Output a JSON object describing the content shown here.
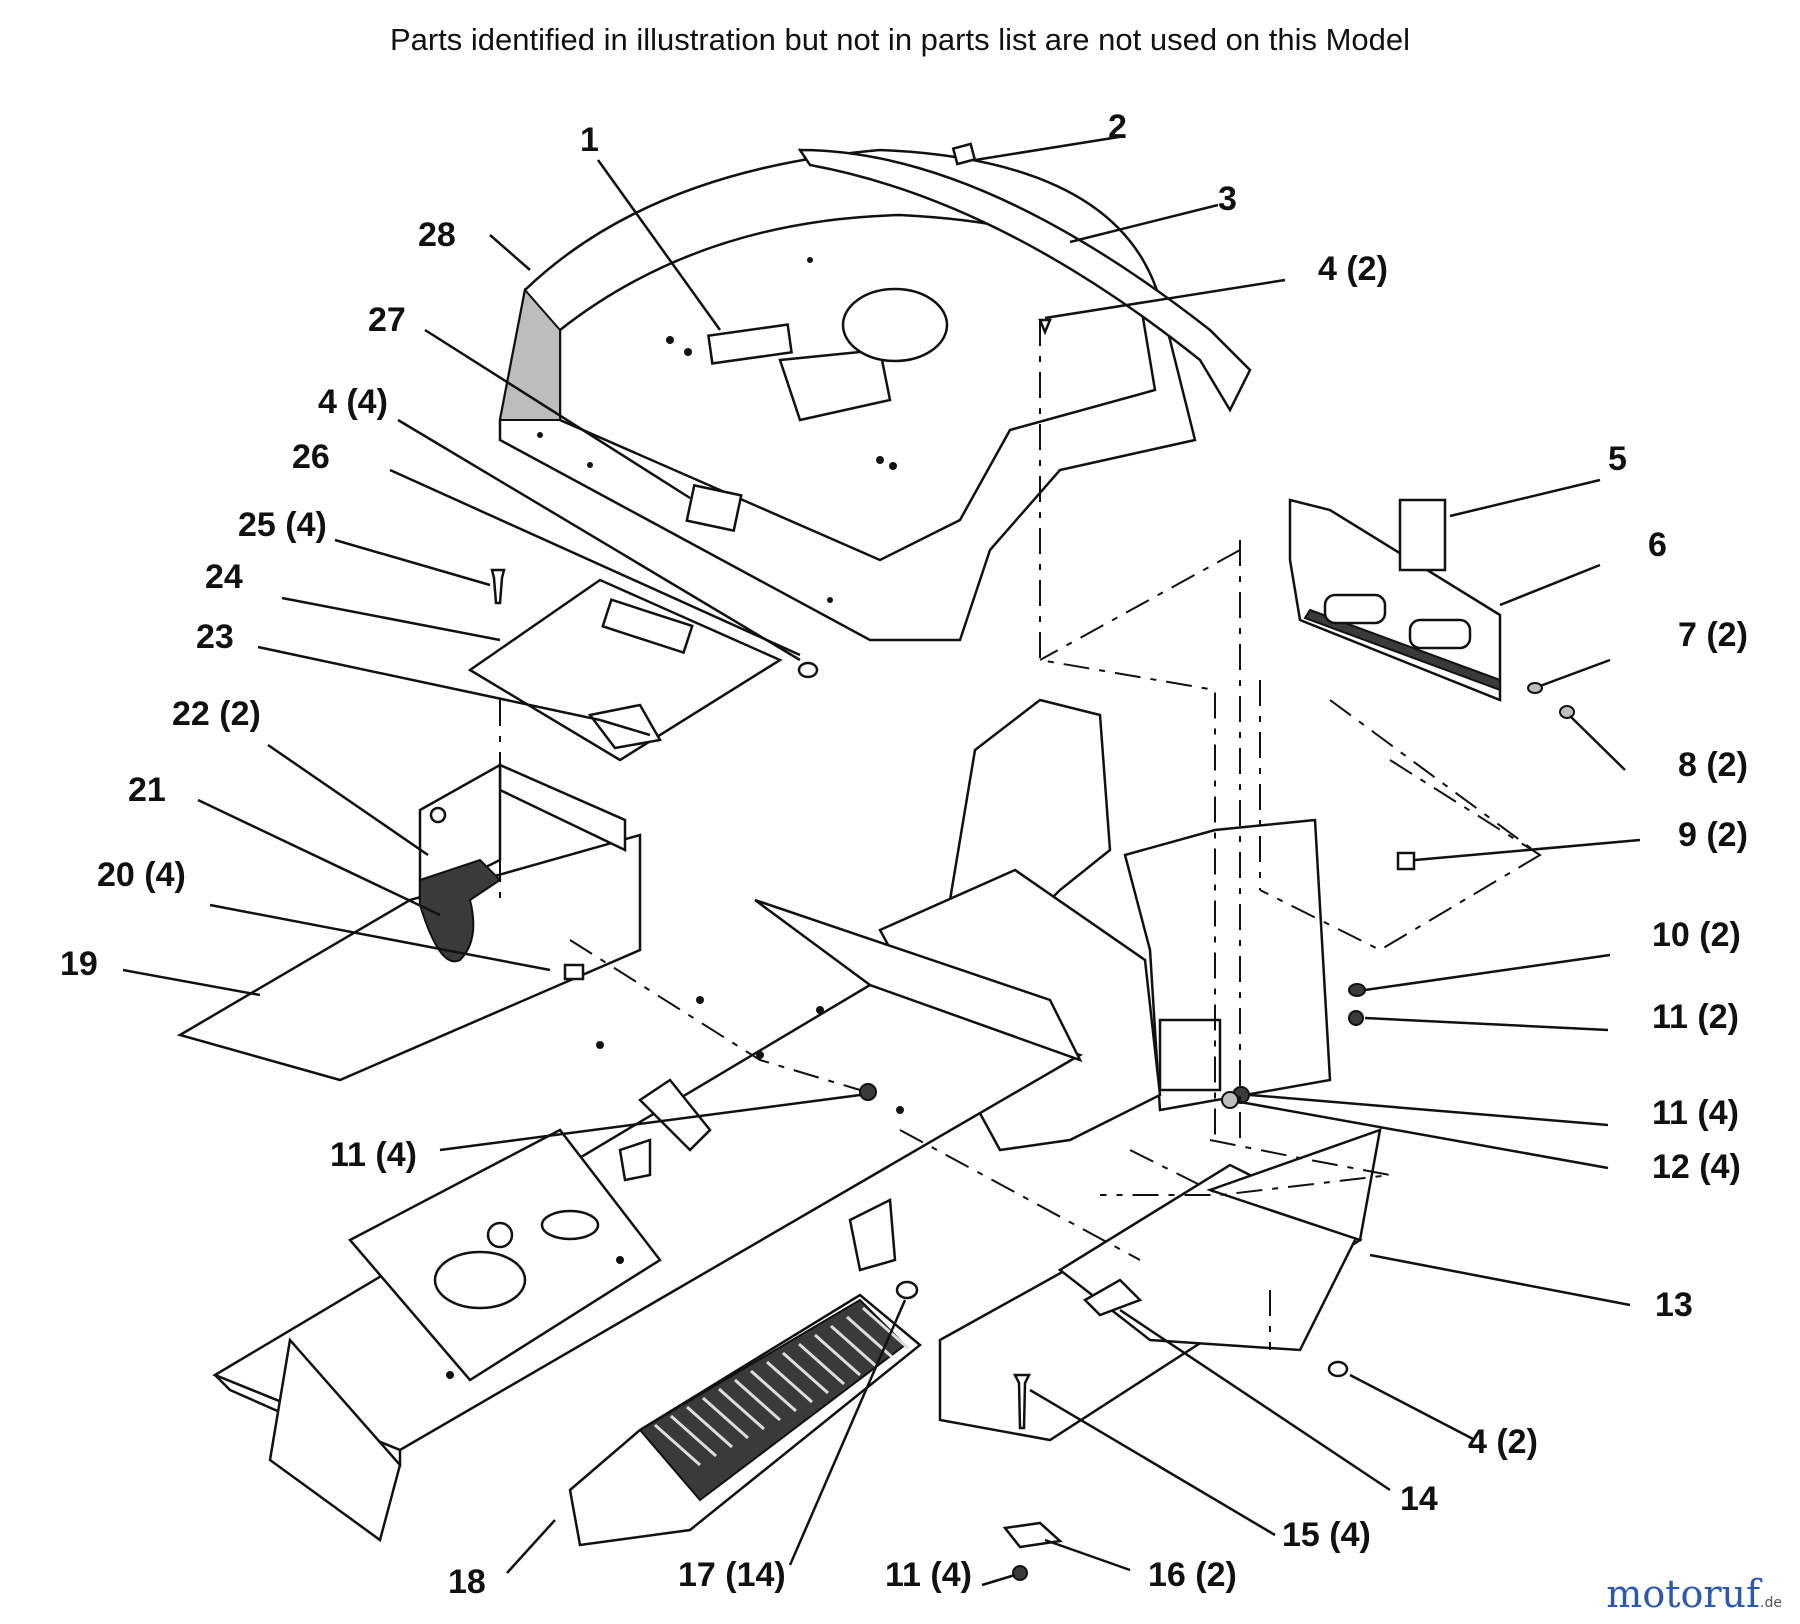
{
  "note": "Parts identified in illustration but not in parts list are not used on this Model",
  "callouts": {
    "c1": "1",
    "c2": "2",
    "c3": "3",
    "c4a": "4 (2)",
    "c5": "5",
    "c6": "6",
    "c7": "7 (2)",
    "c8": "8 (2)",
    "c9": "9 (2)",
    "c10": "10 (2)",
    "c11a": "11 (2)",
    "c11b": "11 (4)",
    "c12": "12 (4)",
    "c13": "13",
    "c4b": "4 (2)",
    "c14": "14",
    "c15": "15 (4)",
    "c16": "16 (2)",
    "c11c": "11 (4)",
    "c17": "17 (14)",
    "c18": "18",
    "c11d": "11 (4)",
    "c19": "19",
    "c20": "20 (4)",
    "c21": "21",
    "c22": "22 (2)",
    "c23": "23",
    "c24": "24",
    "c25": "25 (4)",
    "c26": "26",
    "c4c": "4 (4)",
    "c27": "27",
    "c28": "28"
  },
  "watermark": {
    "brand": "motoruf",
    "tld": ".de"
  }
}
